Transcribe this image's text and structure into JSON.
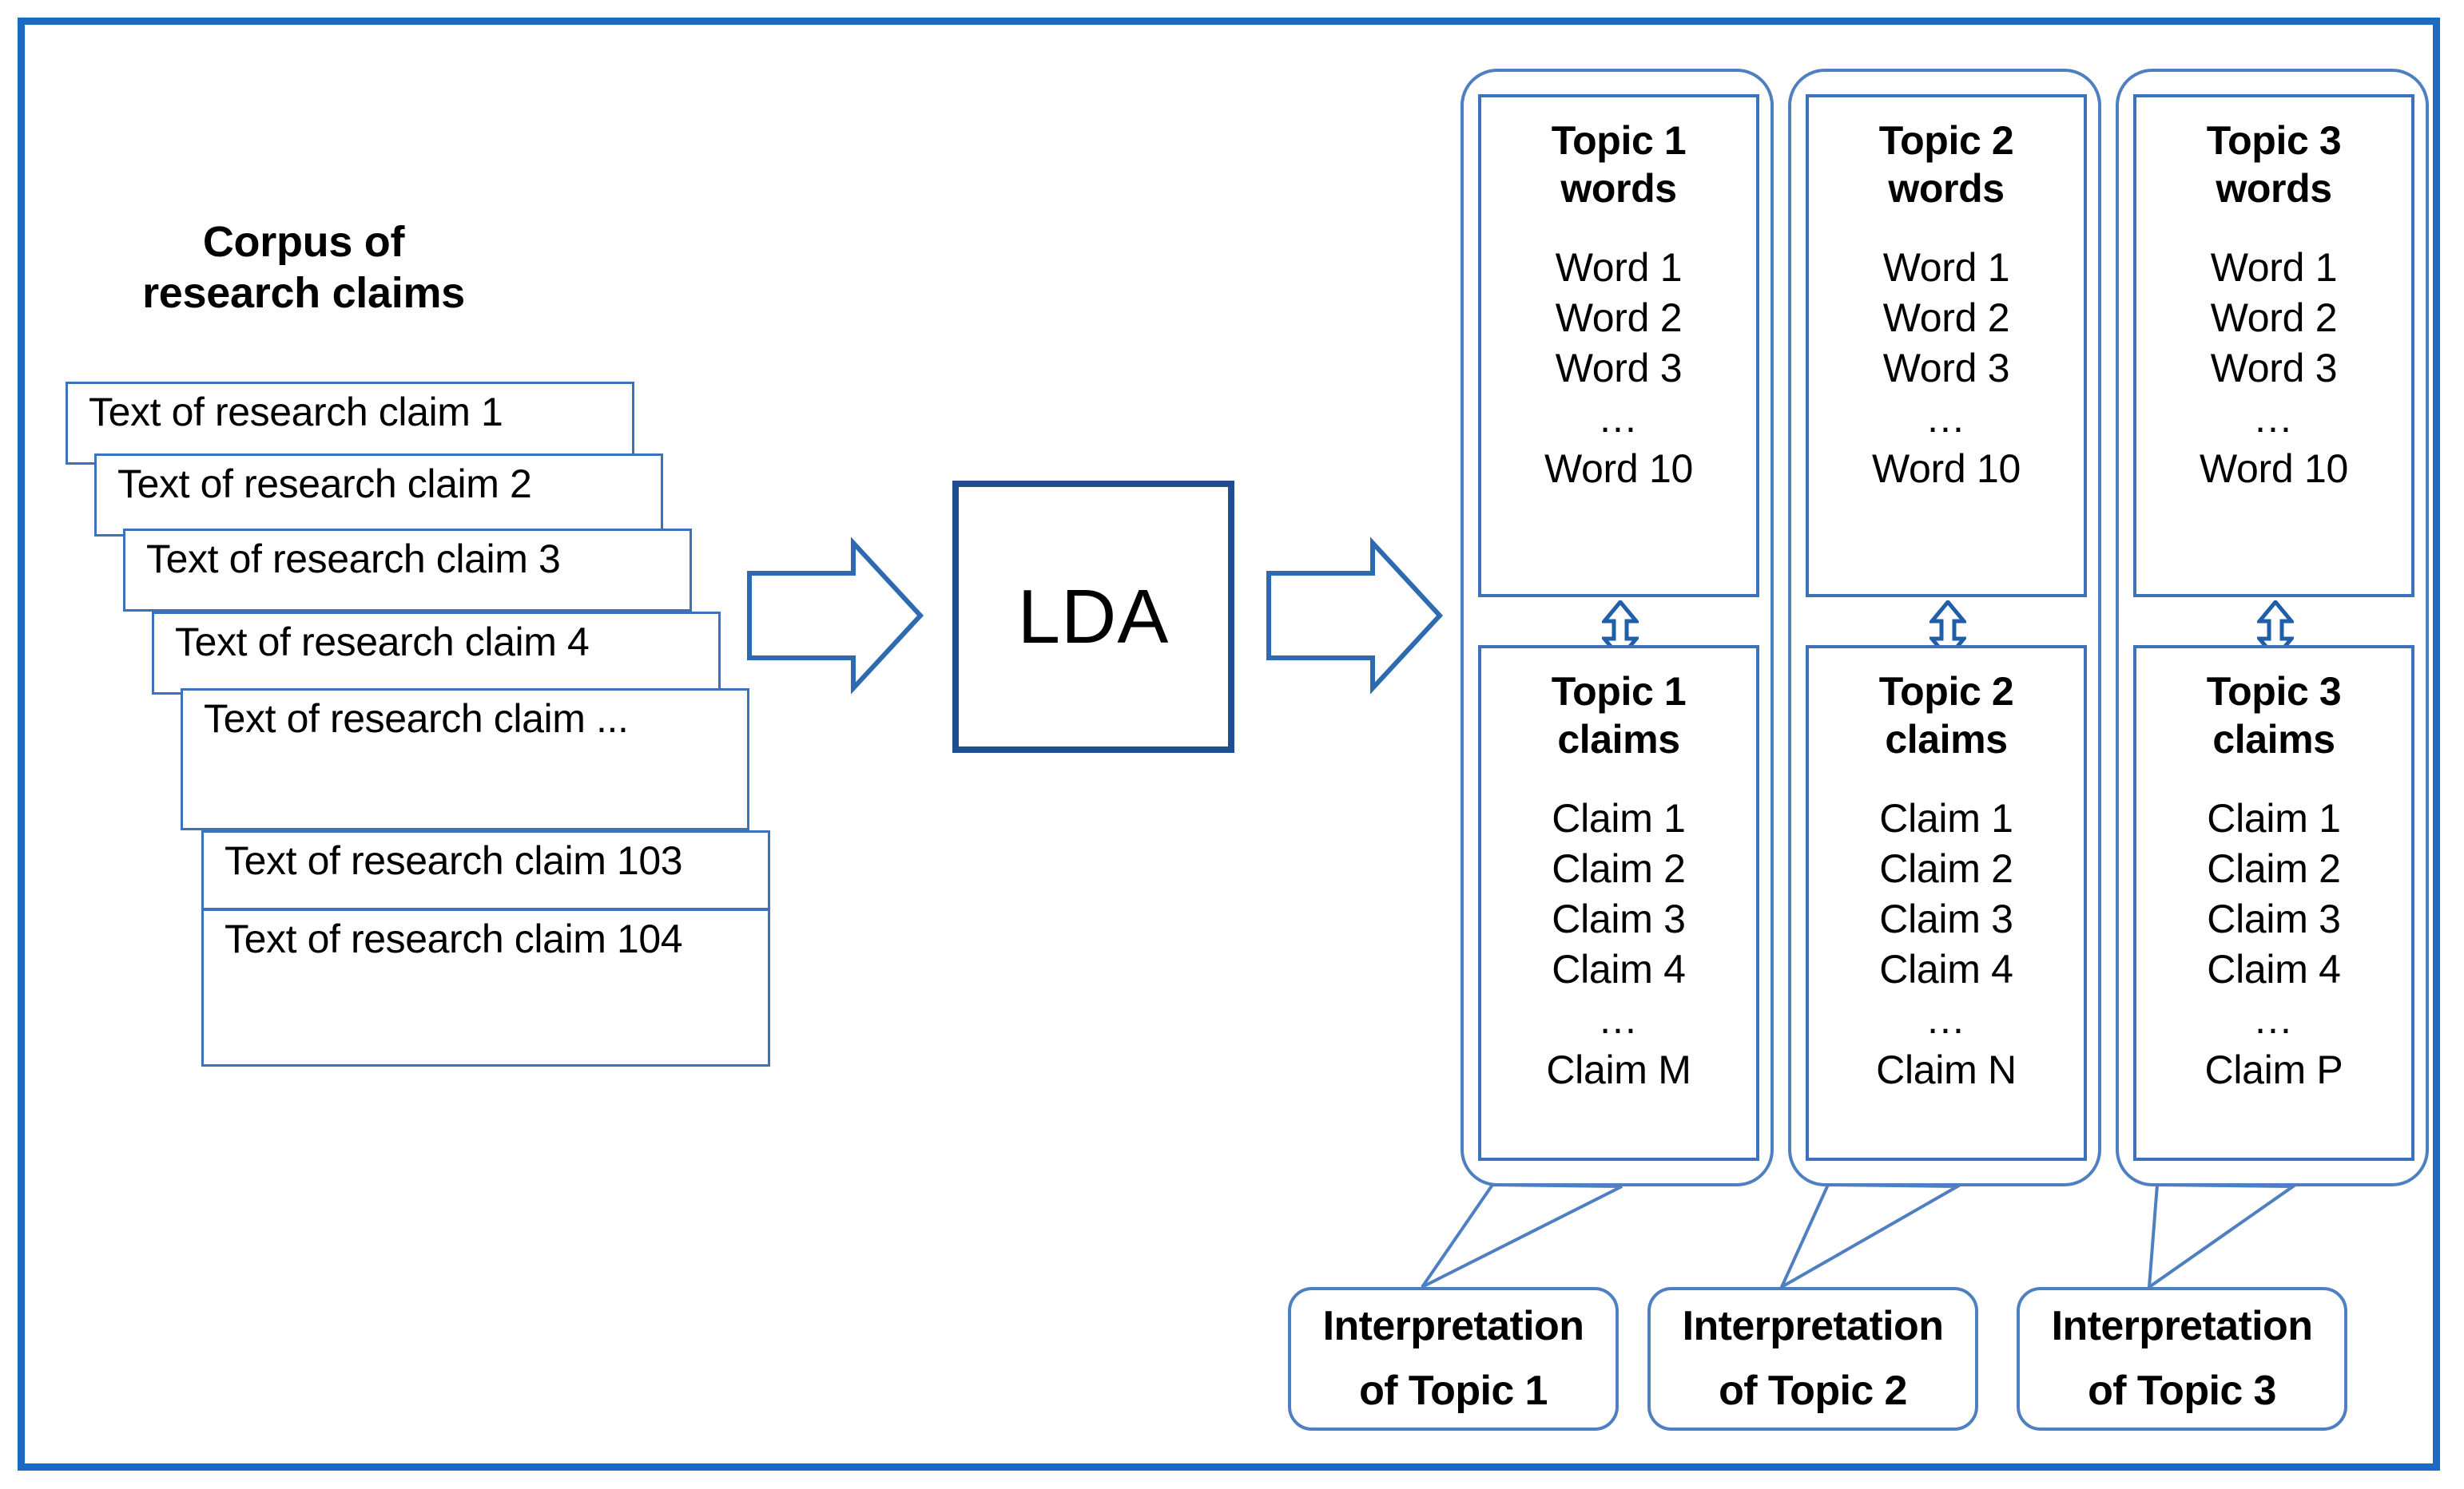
{
  "figure": {
    "title": "LDA topic modeling pipeline of research claims",
    "frame_color": "#1B6AC4",
    "shape_outline_color": "#3C72B9",
    "lda_border_color": "#1F4E90"
  },
  "corpus": {
    "title_line1": "Corpus of",
    "title_line2": "research claims",
    "cards": [
      {
        "label": "Text of research claim 1"
      },
      {
        "label": "Text of research claim 2"
      },
      {
        "label": "Text of research claim 3"
      },
      {
        "label": "Text of research claim 4"
      },
      {
        "label": "Text of research claim ..."
      },
      {
        "label": "Text of research claim 103"
      },
      {
        "label": "Text of research claim 104"
      }
    ]
  },
  "process": {
    "lda_label": "LDA",
    "arrow_in": "right-arrow-icon",
    "arrow_out": "right-arrow-icon"
  },
  "topics": [
    {
      "words_heading_line1": "Topic 1",
      "words_heading_line2": "words",
      "words": [
        "Word 1",
        "Word 2",
        "Word 3",
        "...",
        "Word 10"
      ],
      "claims_heading_line1": "Topic 1",
      "claims_heading_line2": "claims",
      "claims": [
        "Claim 1",
        "Claim 2",
        "Claim 3",
        "Claim 4",
        "...",
        "Claim M"
      ],
      "link_icon": "double-headed-vertical-arrow-icon",
      "interpretation_line1": "Interpretation",
      "interpretation_line2": "of Topic 1"
    },
    {
      "words_heading_line1": "Topic 2",
      "words_heading_line2": "words",
      "words": [
        "Word 1",
        "Word 2",
        "Word 3",
        "...",
        "Word 10"
      ],
      "claims_heading_line1": "Topic 2",
      "claims_heading_line2": "claims",
      "claims": [
        "Claim 1",
        "Claim 2",
        "Claim 3",
        "Claim 4",
        "...",
        "Claim N"
      ],
      "link_icon": "double-headed-vertical-arrow-icon",
      "interpretation_line1": "Interpretation",
      "interpretation_line2": "of Topic 2"
    },
    {
      "words_heading_line1": "Topic 3",
      "words_heading_line2": "words",
      "words": [
        "Word 1",
        "Word 2",
        "Word 3",
        "...",
        "Word 10"
      ],
      "claims_heading_line1": "Topic 3",
      "claims_heading_line2": "claims",
      "claims": [
        "Claim 1",
        "Claim 2",
        "Claim 3",
        "Claim 4",
        "...",
        "Claim P"
      ],
      "link_icon": "double-headed-vertical-arrow-icon",
      "interpretation_line1": "Interpretation",
      "interpretation_line2": "of Topic 3"
    }
  ]
}
